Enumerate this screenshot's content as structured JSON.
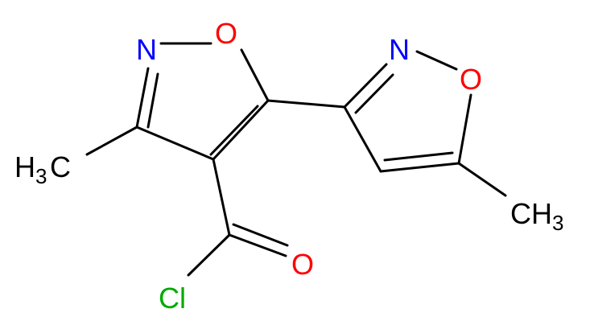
{
  "molecule": {
    "atoms": {
      "n1": {
        "symbol": "N",
        "color": "#0000ff"
      },
      "o1": {
        "symbol": "O",
        "color": "#ff0000"
      },
      "n2": {
        "symbol": "N",
        "color": "#0000ff"
      },
      "o2": {
        "symbol": "O",
        "color": "#ff0000"
      },
      "o3": {
        "symbol": "O",
        "color": "#ff0000"
      },
      "cl": {
        "symbol": "Cl",
        "color": "#00aa00"
      },
      "ch3_left": {
        "symbol": "H",
        "subscript": "3",
        "carbon": "C",
        "color": "#000000"
      },
      "ch3_right": {
        "symbol": "CH",
        "subscript": "3",
        "color": "#000000"
      }
    }
  }
}
